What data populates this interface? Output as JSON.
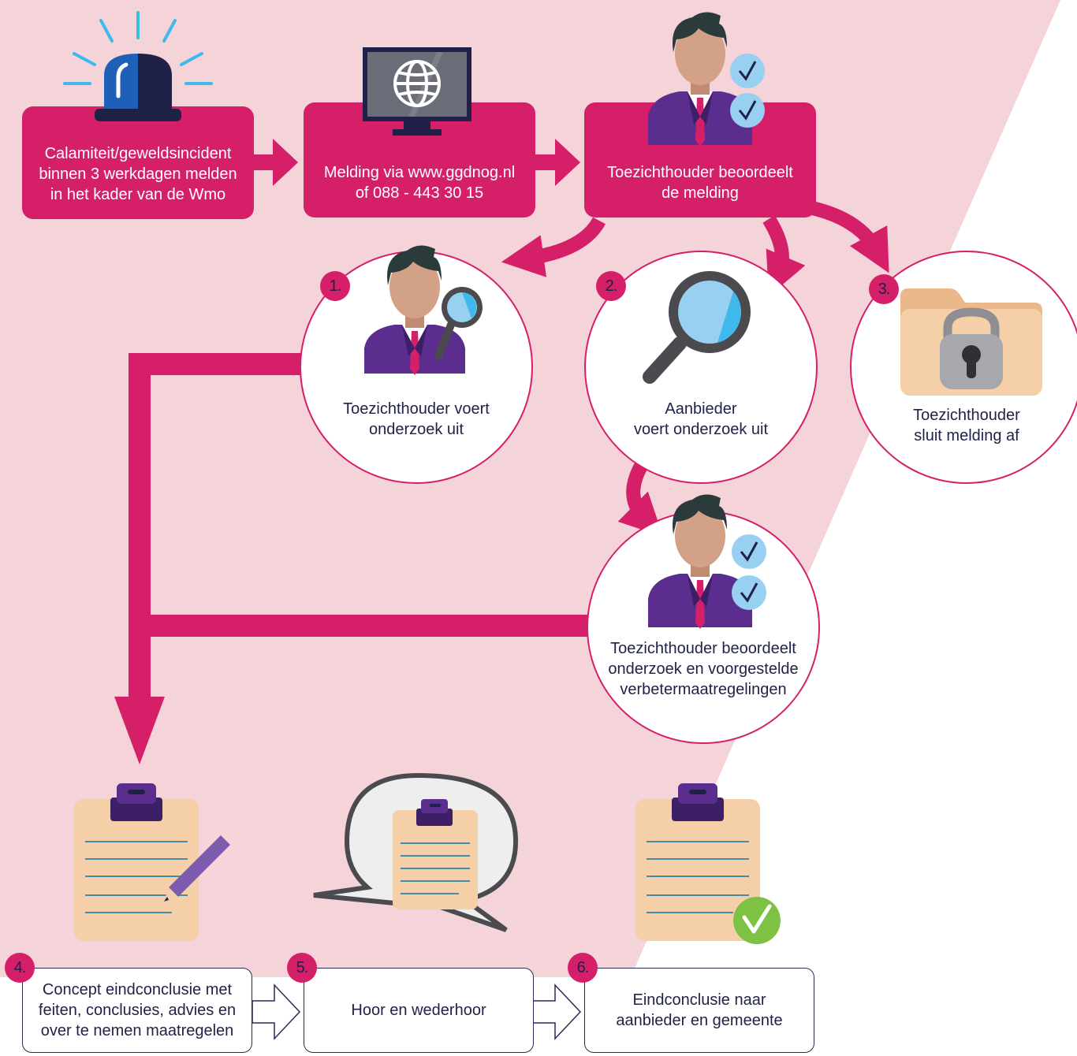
{
  "colors": {
    "background_pink": "#f4d3d9",
    "magenta": "#d61f69",
    "purple": "#5b2d8e",
    "dark_navy": "#1f2147",
    "skin": "#d3a186",
    "hair": "#2b3a3a",
    "clipboard_peach": "#f4cfa8",
    "check_blue": "#97d0f0",
    "check_green": "#7dc243",
    "lens_blue": "#3fb9ec"
  },
  "top_steps": [
    {
      "text": "Calamiteit/geweldsincident\nbinnen 3 werkdagen melden\nin het kader van de Wmo",
      "icon": "siren-icon"
    },
    {
      "text": "Melding via www.ggdnog.nl\nof 088 - 443 30 15",
      "icon": "globe-monitor-icon"
    },
    {
      "text": "Toezichthouder beoordeelt\nde melding",
      "icon": "inspector-check-icon"
    }
  ],
  "options": [
    {
      "number": "1.",
      "text": "Toezichthouder voert\nonderzoek uit",
      "icon": "inspector-magnifier-icon"
    },
    {
      "number": "2.",
      "text": "Aanbieder\nvoert onderzoek uit",
      "icon": "magnifier-icon"
    },
    {
      "number": "3.",
      "text": "Toezichthouder\nsluit melding af",
      "icon": "locked-folder-icon"
    }
  ],
  "review": {
    "text": "Toezichthouder beoordeelt\nonderzoek en voorgestelde\nverbetermaatregelingen",
    "icon": "inspector-check-icon"
  },
  "bottom_steps": [
    {
      "number": "4.",
      "text": "Concept eindconclusie met\nfeiten, conclusies, advies en\nover te nemen maatregelen",
      "icon": "clipboard-pencil-icon"
    },
    {
      "number": "5.",
      "text": "Hoor en wederhoor",
      "icon": "speech-bubble-clipboard-icon"
    },
    {
      "number": "6.",
      "text": "Eindconclusie naar\naanbieder en gemeente",
      "icon": "clipboard-check-icon"
    }
  ]
}
